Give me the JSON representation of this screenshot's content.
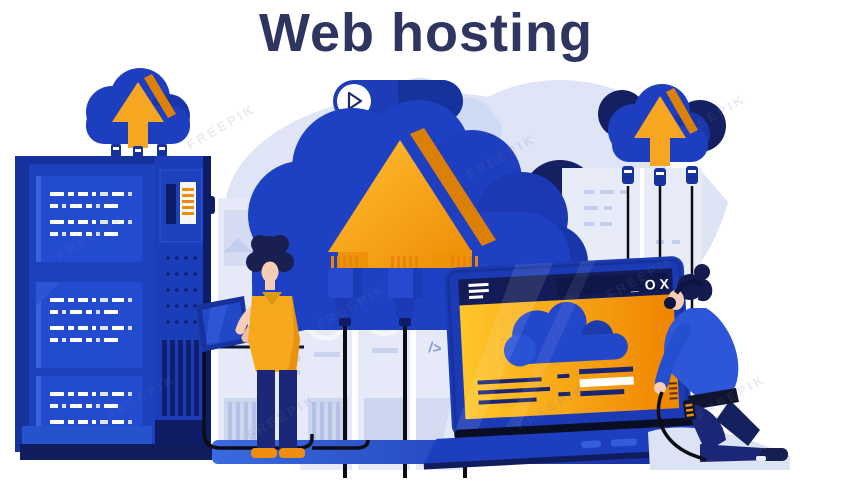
{
  "title": "Web hosting",
  "watermark": "FREEPIK",
  "scene": {
    "laptop_window_controls": {
      "minimize": "_",
      "maximize": "O",
      "close": "X"
    },
    "code_snippet": "/>"
  },
  "colors": {
    "title_navy": "#2d3560",
    "primary_blue": "#1e41c4",
    "mid_blue": "#1d40bd",
    "shade_blue": "#1836a9",
    "dark_navy": "#131c56",
    "deep_navy": "#0e1c66",
    "accent_orange": "#f6a21a",
    "orange_shade": "#e0820a",
    "screen_yellow": "#ffc62a",
    "screen_orange": "#ef8400",
    "light_lavender": "#e6eaf8",
    "lavender_detail": "#c9d2ee",
    "floor_blue_light": "#3a6ae0",
    "floor_blue_dark": "#12279b",
    "skin": "#f6cdb6",
    "cable_black": "#0c0c14",
    "white": "#ffffff"
  }
}
